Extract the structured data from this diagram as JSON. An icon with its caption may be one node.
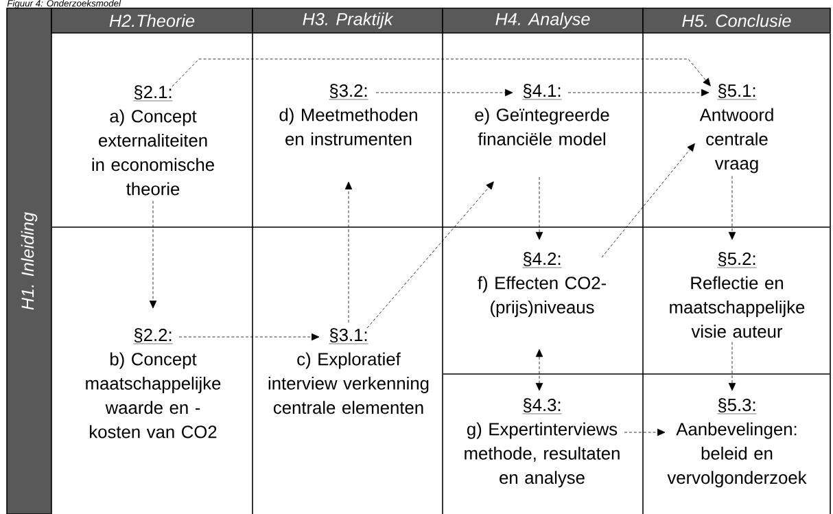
{
  "diagram": {
    "title": "Figuur 4: Onderzoeksmodel",
    "nodes": [
      {
        "text": [
          "H1. Inleiding"
        ]
      },
      {
        "text": [
          "H2.Theorie"
        ]
      },
      {
        "text": [
          "H3. Praktijk"
        ]
      },
      {
        "text": [
          "H4. Analyse"
        ]
      },
      {
        "text": [
          "H5. Conclusie"
        ]
      },
      {
        "text": [
          "§2.1:",
          "a) Concept externaliteiten in economische theorie"
        ]
      },
      {
        "text": [
          "§3.2:",
          "d) Meetmethoden en instrumenten"
        ]
      },
      {
        "text": [
          "§4.1:",
          "e) Geïntegreerde financiële model"
        ]
      },
      {
        "text": [
          "§5.1:",
          "Antwoord centrale vraag"
        ]
      },
      {
        "text": [
          "§4.2:",
          "f) Effecten CO2-(prijs)niveaus"
        ]
      },
      {
        "text": [
          "§5.2:",
          "Reflectie en maatschappelijke visie auteur"
        ]
      },
      {
        "text": [
          "§2.2:",
          "b) Concept maatschappelijke waarde en -kosten van CO2"
        ]
      },
      {
        "text": [
          "§3.1:",
          "c) Exploratief interview verkenning centrale elementen"
        ]
      },
      {
        "text": [
          "§4.3:",
          "g) Expertinterviews methode, resultaten en analyse"
        ]
      },
      {
        "text": [
          "§5.3:",
          "Aanbevelingen: beleid en vervolgonderzoek"
        ]
      }
    ],
    "edges": [
      {
        "from": 5,
        "to": 8,
        "arrow": "to",
        "style": "dashed"
      },
      {
        "from": 5,
        "to": 11,
        "arrow": "to",
        "style": "dashed"
      },
      {
        "from": 11,
        "to": 12,
        "arrow": "to",
        "style": "dashed"
      },
      {
        "from": 12,
        "to": 6,
        "arrow": "to",
        "style": "dashed"
      },
      {
        "from": 12,
        "to": 7,
        "arrow": "to",
        "style": "dashed"
      },
      {
        "from": 6,
        "to": 7,
        "arrow": "to",
        "style": "dashed"
      },
      {
        "from": 7,
        "to": 8,
        "arrow": "to",
        "style": "dashed"
      },
      {
        "from": 7,
        "to": 9,
        "arrow": "to",
        "style": "dashed"
      },
      {
        "from": 9,
        "to": 8,
        "arrow": "to",
        "style": "dashed"
      },
      {
        "from": 9,
        "to": 13,
        "arrow": "both",
        "style": "dashed"
      },
      {
        "from": 13,
        "to": 14,
        "arrow": "to",
        "style": "dashed"
      },
      {
        "from": 8,
        "to": 10,
        "arrow": "to",
        "style": "dashed"
      },
      {
        "from": 10,
        "to": 14,
        "arrow": "to",
        "style": "dashed"
      }
    ]
  }
}
